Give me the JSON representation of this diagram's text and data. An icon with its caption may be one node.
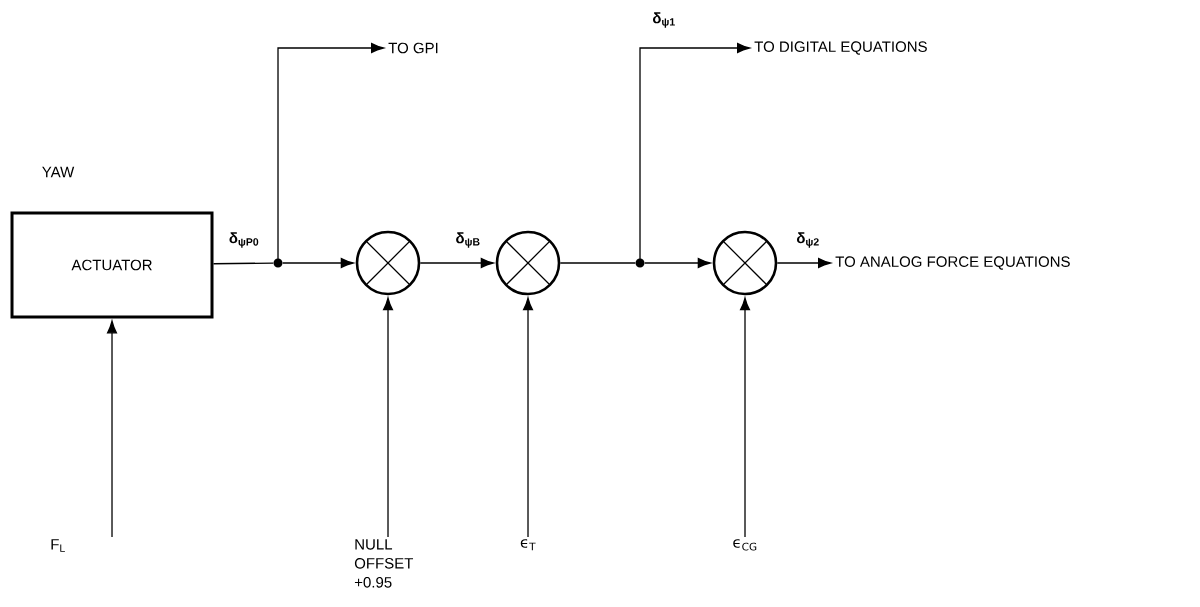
{
  "diagram": {
    "nodes": [
      {
        "text": [
          "ACTUATOR"
        ]
      },
      {
        "text": [],
        "shape": "dot"
      },
      {
        "text": [],
        "shape": "circle"
      },
      {
        "text": [],
        "shape": "circle"
      },
      {
        "text": [],
        "shape": "dot"
      },
      {
        "text": [],
        "shape": "circle"
      },
      {
        "text": [
          "TO GPI"
        ]
      },
      {
        "text": [
          "TO DIGITAL EQUATIONS"
        ]
      },
      {
        "text": [
          "TO ANALOG FORCE EQUATIONS"
        ]
      },
      {
        "text": [
          "F$_{L}$"
        ]
      },
      {
        "text": [
          "NULL OFFSET +0.95"
        ]
      },
      {
        "text": [
          "ϵ$_{T}$"
        ]
      },
      {
        "text": [
          "ϵ$_{CG}$"
        ]
      }
    ],
    "edges": [
      {
        "from": 0,
        "to": 1,
        "arrow": "none",
        "label": "δ$_{ψP0}$"
      },
      {
        "from": 1,
        "to": 2,
        "arrow": "to"
      },
      {
        "from": 1,
        "to": 6,
        "arrow": "to"
      },
      {
        "from": 2,
        "to": 3,
        "arrow": "to",
        "label": "δ$_{ψB}$"
      },
      {
        "from": 3,
        "to": 4,
        "arrow": "none"
      },
      {
        "from": 4,
        "to": 7,
        "arrow": "to",
        "label": "δ$_{ψ1}$"
      },
      {
        "from": 4,
        "to": 5,
        "arrow": "to"
      },
      {
        "from": 5,
        "to": 8,
        "arrow": "to",
        "label": "δ$_{ψ2}$"
      },
      {
        "from": 9,
        "to": 0,
        "arrow": "to"
      },
      {
        "from": 10,
        "to": 2,
        "arrow": "to"
      },
      {
        "from": 11,
        "to": 3,
        "arrow": "to"
      },
      {
        "from": 12,
        "to": 5,
        "arrow": "to"
      }
    ],
    "labels": [
      "YAW"
    ]
  }
}
